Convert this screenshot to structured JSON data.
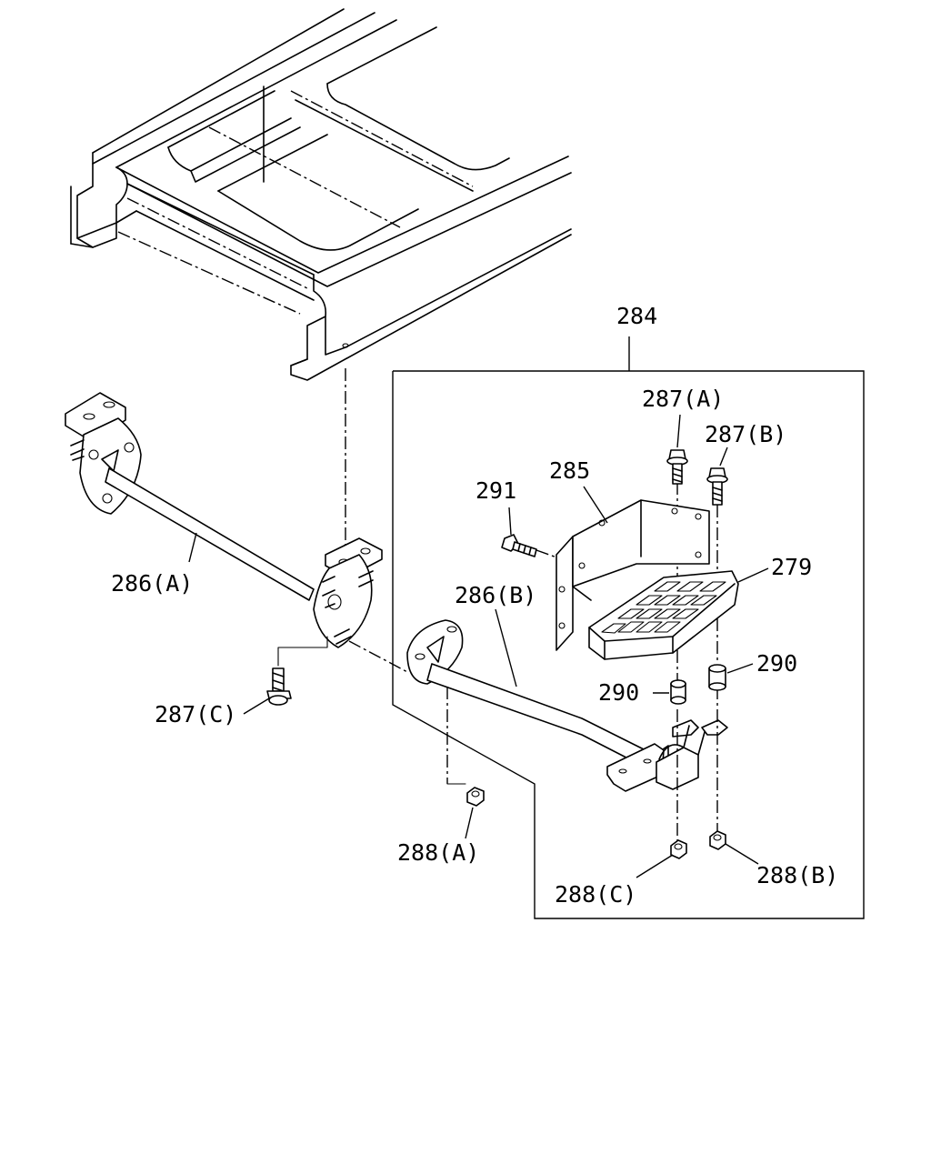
{
  "labels": {
    "assembly": "284",
    "bracket": "285",
    "bolt_a": "287(A)",
    "bolt_b": "287(B)",
    "bolt_c": "287(C)",
    "bolt_291": "291",
    "step": "279",
    "bar_a": "286(A)",
    "bar_b": "286(B)",
    "spacer_left": "290",
    "spacer_right": "290",
    "nut_a": "288(A)",
    "nut_b": "288(B)",
    "nut_c": "288(C)"
  }
}
